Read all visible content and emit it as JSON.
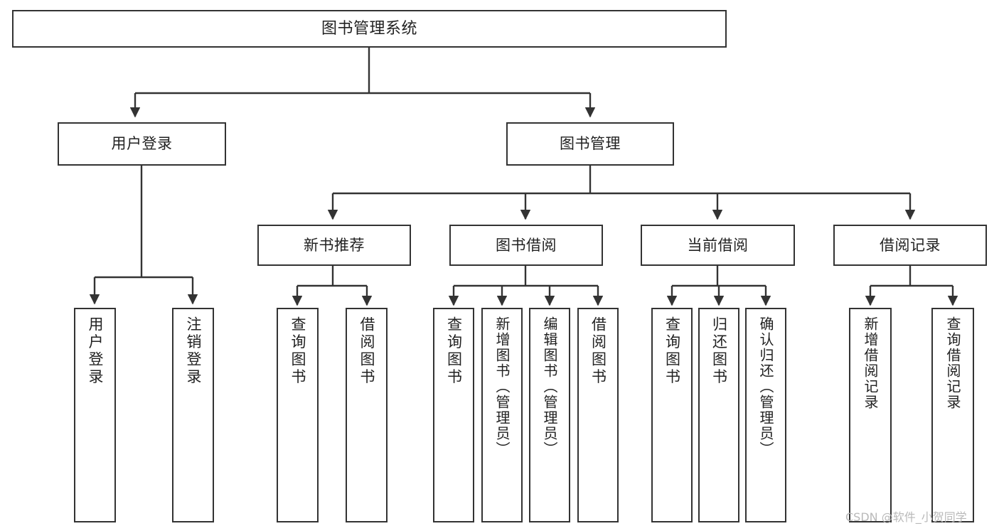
{
  "diagram": {
    "title": "图书管理系统",
    "type": "tree",
    "orientation": "top-down",
    "colors": {
      "background": "#ffffff",
      "node_border": "#333333",
      "node_fill": "#ffffff",
      "connector": "#333333",
      "text": "#222222",
      "watermark": "#b9b9b9"
    },
    "root": {
      "id": "root",
      "label": "图书管理系统"
    },
    "level2": [
      {
        "id": "user-login",
        "label": "用户登录"
      },
      {
        "id": "book-manage",
        "label": "图书管理"
      }
    ],
    "level3": [
      {
        "id": "new-book-rec",
        "label": "新书推荐",
        "parent": "book-manage"
      },
      {
        "id": "book-borrow",
        "label": "图书借阅",
        "parent": "book-manage"
      },
      {
        "id": "current-borrow",
        "label": "当前借阅",
        "parent": "book-manage"
      },
      {
        "id": "borrow-record",
        "label": "借阅记录",
        "parent": "book-manage"
      }
    ],
    "leaves": [
      {
        "id": "leaf-user-login",
        "label": "用户登录",
        "parent": "user-login"
      },
      {
        "id": "leaf-user-logout",
        "label": "注销登录",
        "parent": "user-login"
      },
      {
        "id": "leaf-query-book-1",
        "label": "查询图书",
        "parent": "new-book-rec"
      },
      {
        "id": "leaf-borrow-book-1",
        "label": "借阅图书",
        "parent": "new-book-rec"
      },
      {
        "id": "leaf-query-book-2",
        "label": "查询图书",
        "parent": "book-borrow"
      },
      {
        "id": "leaf-add-book",
        "label": "新增图书（管理员）",
        "parent": "book-borrow"
      },
      {
        "id": "leaf-edit-book",
        "label": "编辑图书（管理员）",
        "parent": "book-borrow"
      },
      {
        "id": "leaf-borrow-book-2",
        "label": "借阅图书",
        "parent": "book-borrow"
      },
      {
        "id": "leaf-query-book-3",
        "label": "查询图书",
        "parent": "current-borrow"
      },
      {
        "id": "leaf-return-book",
        "label": "归还图书",
        "parent": "current-borrow"
      },
      {
        "id": "leaf-confirm-return",
        "label": "确认归还（管理员）",
        "parent": "current-borrow"
      },
      {
        "id": "leaf-add-record",
        "label": "新增借阅记录",
        "parent": "borrow-record"
      },
      {
        "id": "leaf-query-record",
        "label": "查询借阅记录",
        "parent": "borrow-record"
      }
    ]
  },
  "watermark": {
    "text": "CSDN @软件_小贺同学"
  }
}
